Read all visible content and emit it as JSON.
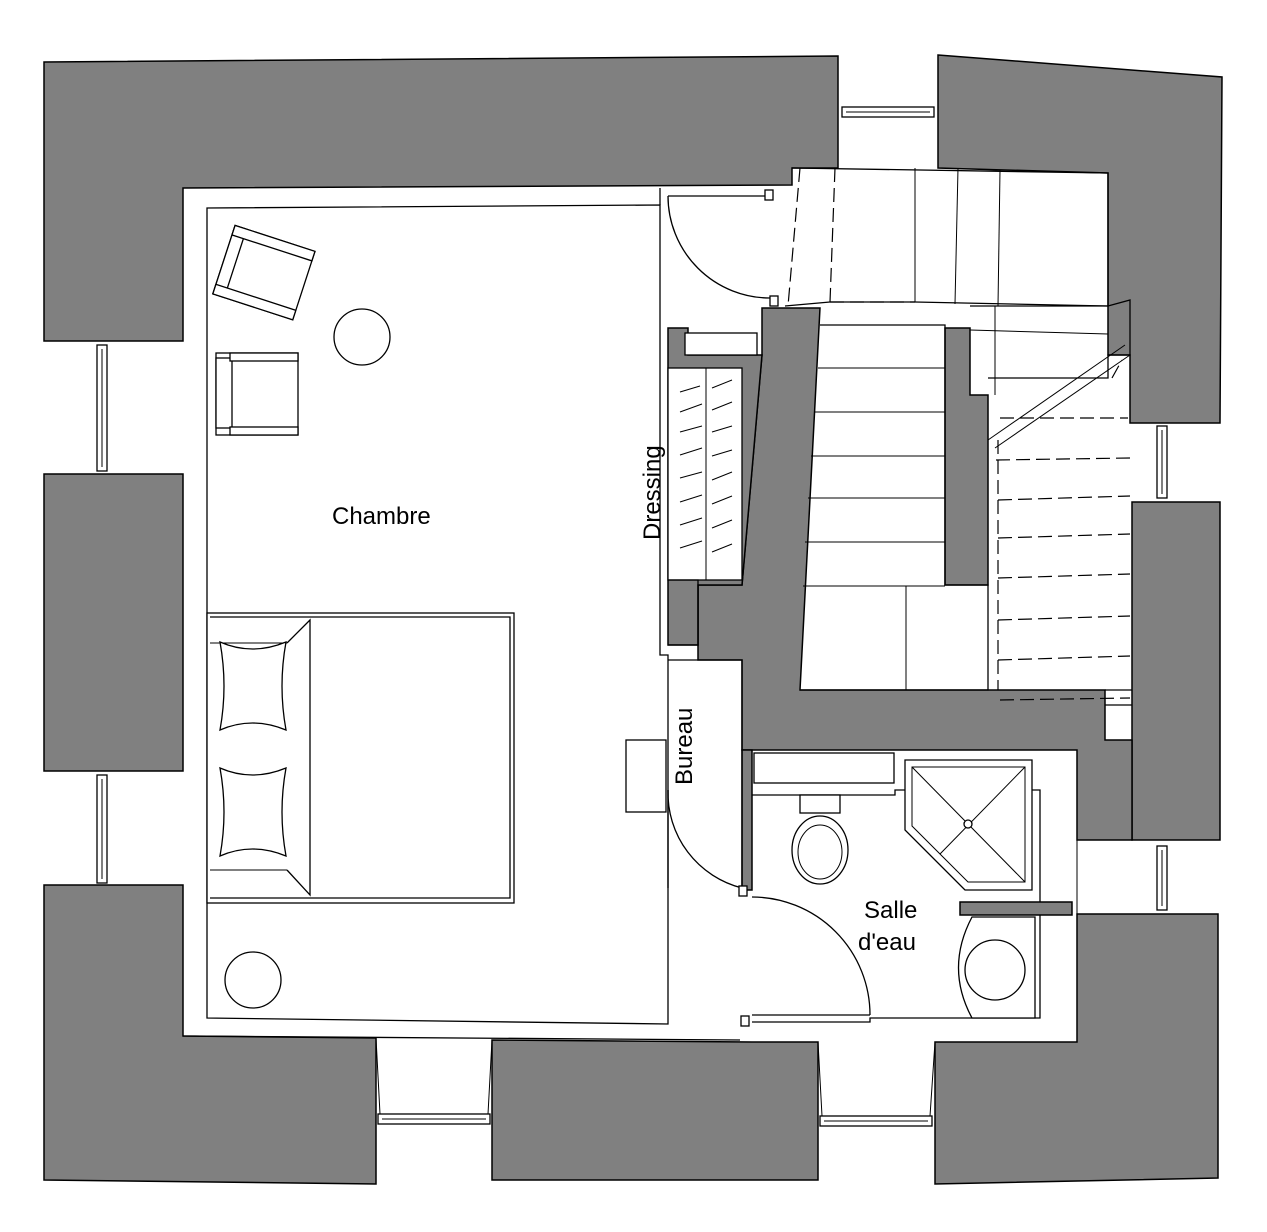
{
  "rooms": {
    "bedroom": "Chambre",
    "dressing": "Dressing",
    "desk": "Bureau",
    "bathroom_line1": "Salle",
    "bathroom_line2": "d'eau"
  },
  "colors": {
    "wall": "#808080",
    "background": "#ffffff",
    "line": "#000000"
  }
}
